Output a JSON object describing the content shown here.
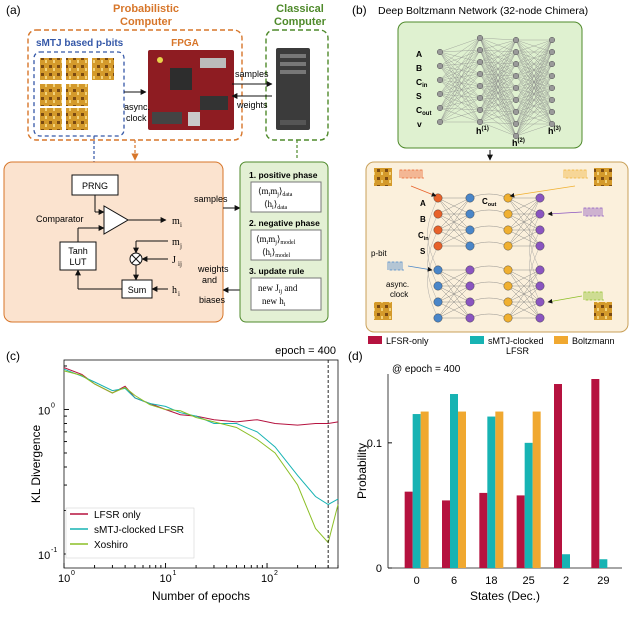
{
  "panel_a": {
    "label": "(a)",
    "prob_title_1": "Probabilistic",
    "prob_title_2": "Computer",
    "classical_title_1": "Classical",
    "classical_title_2": "Computer",
    "smtj_label": "sMTJ based p-bits",
    "fpga_label": "FPGA",
    "async_clock_1": "async.",
    "async_clock_2": "clock",
    "samples": "samples",
    "weights": "weights",
    "prng": "PRNG",
    "comparator": "Comparator",
    "tanh_1": "Tanh",
    "tanh_2": "LUT",
    "sum": "Sum",
    "mi_out": "m",
    "mj_in": "m",
    "jij_in": "J",
    "hi_in": "h",
    "samples2": "samples",
    "weights_biases_1": "weights",
    "weights_biases_2": "and",
    "weights_biases_3": "biases",
    "step1": "1. positive phase",
    "step1_a": "⟨m",
    "step1_a2": "m",
    "step1_a3": "⟩",
    "step1_a_sub": "data",
    "step1_b": "⟨h",
    "step1_b2": "⟩",
    "step1_b_sub": "data",
    "step2": "2. negative phase",
    "step2_a": "⟨m",
    "step2_a2": "m",
    "step2_a3": "⟩",
    "step2_a_sub": "model",
    "step2_b": "⟨h",
    "step2_b2": "⟩",
    "step2_b_sub": "model",
    "step3": "3. update rule",
    "step3_a": "new J",
    "step3_a2": "and",
    "step3_b": "new h"
  },
  "panel_b": {
    "label": "(b)",
    "title": "Deep Boltzmann Network (32-node Chimera)",
    "inputs": [
      "A",
      "B",
      "C",
      "S",
      "C",
      "v"
    ],
    "input_subs": [
      "",
      "",
      "in",
      "",
      "out",
      ""
    ],
    "hidden_labels": [
      "h",
      "h",
      "h"
    ],
    "hidden_sups": [
      "(1)",
      "(2)",
      "(3)"
    ],
    "lower_inputs": [
      "A",
      "B",
      "C",
      "S"
    ],
    "lower_input_sub": "in",
    "cout": "C",
    "cout_sub": "out",
    "pbit": "p-bit",
    "async_1": "async.",
    "async_2": "clock"
  },
  "legend_top": {
    "items": [
      {
        "label": "LFSR-only",
        "color": "#b5123f"
      },
      {
        "label": "sMTJ-clocked LFSR",
        "color": "#17b3b3"
      },
      {
        "label": "Boltzmann",
        "color": "#f0a830"
      }
    ]
  },
  "chart_data": [
    {
      "type": "line",
      "panel": "(c)",
      "xlabel": "Number of epochs",
      "ylabel": "KL Divergence",
      "xscale": "log",
      "yscale": "log",
      "xlim": [
        1,
        500
      ],
      "ylim": [
        0.08,
        2.2
      ],
      "xticks": [
        "10",
        "10",
        "10"
      ],
      "xtick_exps": [
        "0",
        "1",
        "2"
      ],
      "yticks": [
        "10",
        "10"
      ],
      "ytick_exps": [
        "0",
        "-1"
      ],
      "annotation": "epoch = 400",
      "vline": 400,
      "legend": "bottom-left",
      "series": [
        {
          "name": "LFSR only",
          "color": "#b5123f",
          "values": [
            [
              1,
              1.95
            ],
            [
              1.5,
              1.75
            ],
            [
              2,
              1.5
            ],
            [
              3,
              1.3
            ],
            [
              4,
              1.45
            ],
            [
              5,
              1.2
            ],
            [
              7,
              1.1
            ],
            [
              10,
              1.0
            ],
            [
              14,
              0.92
            ],
            [
              20,
              0.9
            ],
            [
              30,
              0.85
            ],
            [
              50,
              0.82
            ],
            [
              80,
              0.85
            ],
            [
              120,
              0.8
            ],
            [
              200,
              0.78
            ],
            [
              300,
              0.8
            ],
            [
              400,
              0.8
            ],
            [
              500,
              0.82
            ]
          ]
        },
        {
          "name": "sMTJ-clocked LFSR",
          "color": "#17b3b3",
          "values": [
            [
              1,
              1.9
            ],
            [
              1.5,
              1.7
            ],
            [
              2,
              1.55
            ],
            [
              3,
              1.35
            ],
            [
              4,
              1.4
            ],
            [
              5,
              1.2
            ],
            [
              7,
              1.1
            ],
            [
              10,
              1.05
            ],
            [
              14,
              0.95
            ],
            [
              20,
              0.9
            ],
            [
              30,
              0.8
            ],
            [
              50,
              0.8
            ],
            [
              80,
              0.7
            ],
            [
              120,
              0.55
            ],
            [
              200,
              0.35
            ],
            [
              300,
              0.25
            ],
            [
              400,
              0.22
            ],
            [
              500,
              0.24
            ]
          ]
        },
        {
          "name": "Xoshiro",
          "color": "#8cbf26",
          "values": [
            [
              1,
              1.85
            ],
            [
              1.5,
              1.72
            ],
            [
              2,
              1.5
            ],
            [
              3,
              1.3
            ],
            [
              4,
              1.42
            ],
            [
              5,
              1.25
            ],
            [
              7,
              1.08
            ],
            [
              10,
              1.0
            ],
            [
              14,
              0.98
            ],
            [
              20,
              0.88
            ],
            [
              30,
              0.82
            ],
            [
              50,
              0.75
            ],
            [
              80,
              0.62
            ],
            [
              120,
              0.5
            ],
            [
              200,
              0.3
            ],
            [
              300,
              0.15
            ],
            [
              400,
              0.12
            ],
            [
              500,
              0.22
            ]
          ]
        }
      ]
    },
    {
      "type": "bar",
      "panel": "(d)",
      "annotation": "@ epoch = 400",
      "xlabel": "States (Dec.)",
      "ylabel": "Probability",
      "categories": [
        "0",
        "6",
        "18",
        "25",
        "2",
        "29"
      ],
      "ylim": [
        0,
        0.155
      ],
      "yticks": [
        "0",
        "0.1"
      ],
      "series": [
        {
          "name": "LFSR-only",
          "color": "#b5123f",
          "values": [
            0.061,
            0.054,
            0.06,
            0.058,
            0.147,
            0.151
          ]
        },
        {
          "name": "sMTJ-clocked LFSR",
          "color": "#17b3b3",
          "values": [
            0.123,
            0.139,
            0.121,
            0.1,
            0.011,
            0.007
          ]
        },
        {
          "name": "Boltzmann",
          "color": "#f0a830",
          "values": [
            0.125,
            0.125,
            0.125,
            0.125,
            0.0,
            0.0
          ]
        }
      ]
    }
  ]
}
